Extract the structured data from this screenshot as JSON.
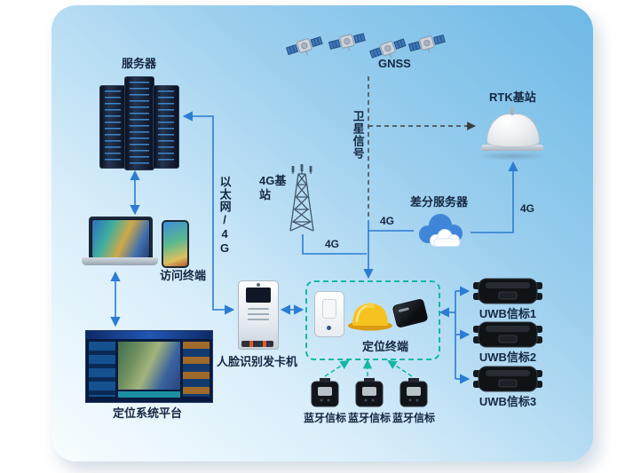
{
  "labels": {
    "server": "服务器",
    "gnss": "GNSS",
    "rtk_station": "RTK基站",
    "satellite_signal": "卫星信号",
    "g4_station": "4G基站",
    "ethernet_4g": "以太网/4G",
    "diff_server": "差分服务器",
    "access_terminal": "访问终端",
    "face_card_machine": "人脸识别发卡机",
    "positioning_terminal": "定位终端",
    "positioning_platform": "定位系统平台",
    "uwb_beacon_1": "UWB信标1",
    "uwb_beacon_2": "UWB信标2",
    "uwb_beacon_3": "UWB信标3",
    "bt_beacon_1": "蓝牙信标",
    "bt_beacon_2": "蓝牙信标",
    "bt_beacon_3": "蓝牙信标",
    "link_4g_tower": "4G",
    "link_4g_cloud": "4G",
    "link_4g_rtk": "4G"
  },
  "colors": {
    "connector_blue": "#2b7cd3",
    "teal_dashed": "#14b7a2",
    "dark_dashed": "#3d3d3d",
    "label_text": "#152741",
    "panel_blue": "#6db9e6"
  }
}
